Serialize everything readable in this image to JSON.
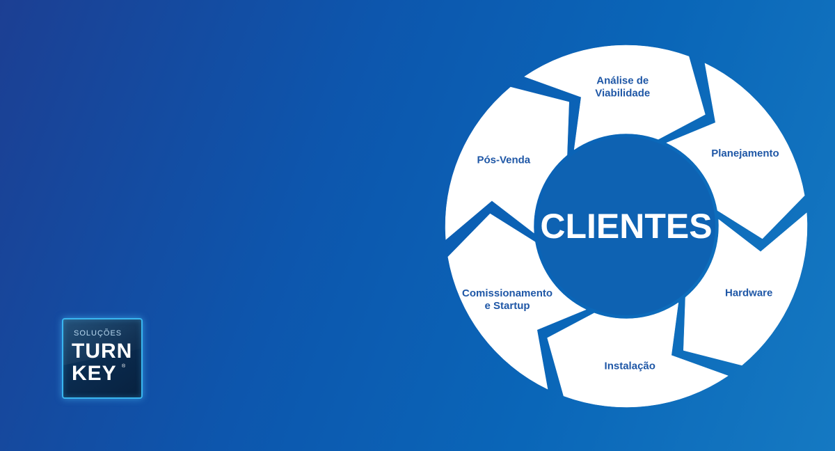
{
  "diagram": {
    "center_label": "CLIENTES",
    "segments": [
      {
        "id": "analise",
        "lines": [
          "Análise de",
          "Viabilidade"
        ]
      },
      {
        "id": "planejamento",
        "lines": [
          "Planejamento"
        ]
      },
      {
        "id": "hardware",
        "lines": [
          "Hardware"
        ]
      },
      {
        "id": "instalacao",
        "lines": [
          "Instalação"
        ]
      },
      {
        "id": "comissionamento",
        "lines": [
          "Comissionamento",
          "e Startup"
        ]
      },
      {
        "id": "pos-venda",
        "lines": [
          "Pós-Venda"
        ]
      }
    ],
    "colors": {
      "background_left": "#1c3f93",
      "background_right": "#1579c2",
      "ring_fill": "#ffffff",
      "center_fill": "#0e62b2",
      "label_color": "#1f57a6"
    }
  },
  "logo": {
    "prefix": "SOLUÇÕES",
    "line1": "TURN",
    "line2": "KEY",
    "registered_mark": "®"
  }
}
